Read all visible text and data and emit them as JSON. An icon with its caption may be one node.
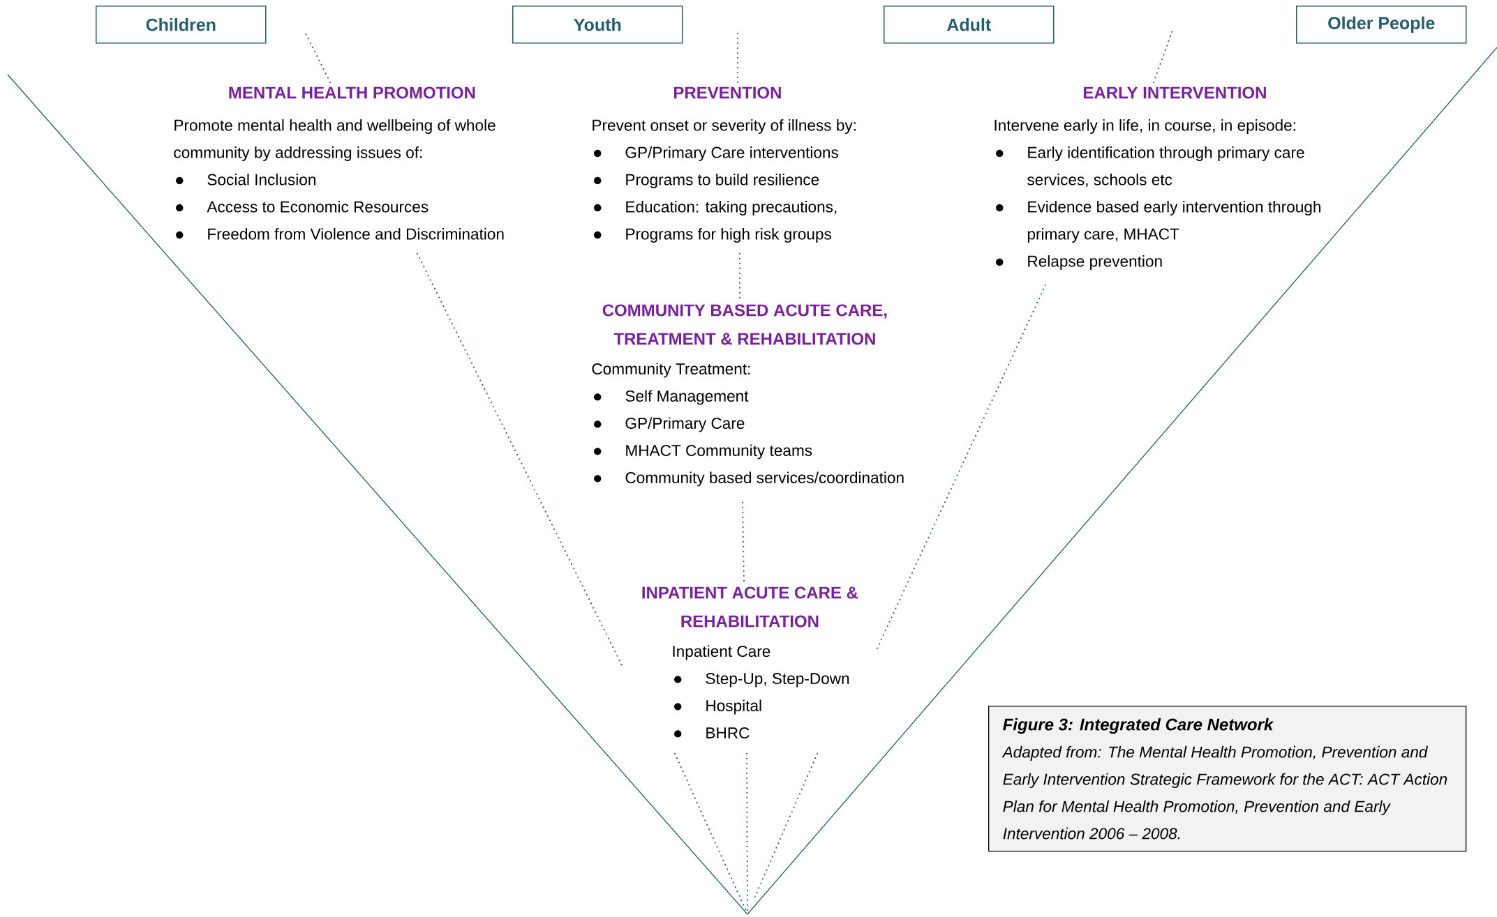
{
  "diagram": {
    "nodes": [
      {
        "text": [
          "Children"
        ]
      },
      {
        "text": [
          "Youth"
        ]
      },
      {
        "text": [
          "Adult"
        ]
      },
      {
        "text": [
          "Older People"
        ]
      },
      {
        "text": [
          "MENTAL HEALTH PROMOTION",
          "Promote mental health and wellbeing of whole community by addressing issues of:",
          "Social Inclusion",
          "Access to Economic Resources",
          "Freedom from Violence and Discrimination"
        ]
      },
      {
        "text": [
          "PREVENTION",
          "Prevent onset or severity of illness by:",
          "GP/Primary Care interventions",
          "Programs to build resilience",
          "Education: taking precautions,",
          "Programs for high risk groups"
        ]
      },
      {
        "text": [
          "EARLY INTERVENTION",
          "Intervene early in life, in course, in episode:",
          "Early identification through primary care services, schools etc",
          "Evidence based early intervention through primary care, MHACT",
          "Relapse prevention"
        ]
      },
      {
        "text": [
          "COMMUNITY BASED ACUTE CARE, TREATMENT & REHABILITATION",
          "Community Treatment:",
          "Self Management",
          "GP/Primary Care",
          "MHACT Community teams",
          "Community based services/coordination"
        ]
      },
      {
        "text": [
          "INPATIENT ACUTE CARE & REHABILITATION",
          "Inpatient Care",
          "Step-Up, Step-Down",
          "Hospital",
          "BHRC"
        ]
      },
      {
        "text": [
          "Figure 3: Integrated Care Network",
          "Adapted from: The Mental Health Promotion, Prevention and Early Intervention Strategic Framework for the ACT: ACT Action Plan for Mental Health Promotion, Prevention and Early Intervention 2006 – 2008."
        ]
      }
    ],
    "edges": [
      {
        "from": 4,
        "to": null,
        "arrow": "none",
        "style": "dashed"
      },
      {
        "from": 5,
        "to": null,
        "arrow": "none",
        "style": "dashed"
      },
      {
        "from": 6,
        "to": null,
        "arrow": "none",
        "style": "dashed"
      },
      {
        "from": 5,
        "to": 7,
        "arrow": "none",
        "style": "dashed"
      },
      {
        "from": 4,
        "to": 8,
        "arrow": "none",
        "style": "dashed"
      },
      {
        "from": 6,
        "to": 8,
        "arrow": "none",
        "style": "dashed"
      },
      {
        "from": 7,
        "to": 8,
        "arrow": "none",
        "style": "dashed"
      },
      {
        "from": 8,
        "to": null,
        "arrow": "none",
        "style": "dashed"
      },
      {
        "from": 8,
        "to": null,
        "arrow": "none",
        "style": "dashed"
      },
      {
        "from": 8,
        "to": null,
        "arrow": "none",
        "style": "dashed"
      }
    ]
  }
}
